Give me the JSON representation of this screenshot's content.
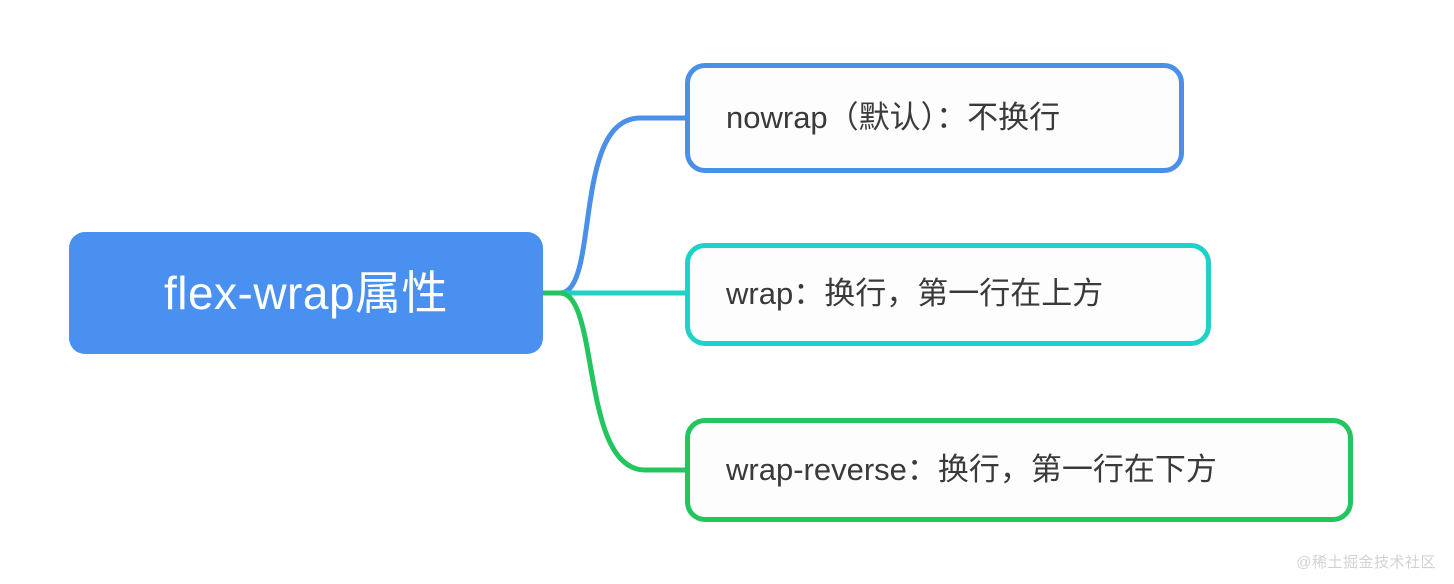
{
  "diagram": {
    "type": "mindmap",
    "title": "flex-wrap属性",
    "background_color": "#ffffff",
    "root": {
      "label": "flex-wrap属性",
      "fill_color": "#4a90f0",
      "text_color": "#ffffff"
    },
    "branches": [
      {
        "label": "nowrap（默认）：不换行",
        "border_color": "#4a90e8",
        "fill_color": "#fdfdfd",
        "text_color": "#3a3a3a",
        "connector_color": "#4a90e8"
      },
      {
        "label": "wrap：换行，第一行在上方",
        "border_color": "#1fd1c8",
        "fill_color": "#fdfdfd",
        "text_color": "#3a3a3a",
        "connector_color": "#1fd1c8"
      },
      {
        "label": "wrap-reverse：换行，第一行在下方",
        "border_color": "#22c55e",
        "fill_color": "#fdfdfd",
        "text_color": "#3a3a3a",
        "connector_color": "#22c55e"
      }
    ]
  },
  "watermark": {
    "text": "@稀土掘金技术社区",
    "color": "#d2d2d2"
  }
}
